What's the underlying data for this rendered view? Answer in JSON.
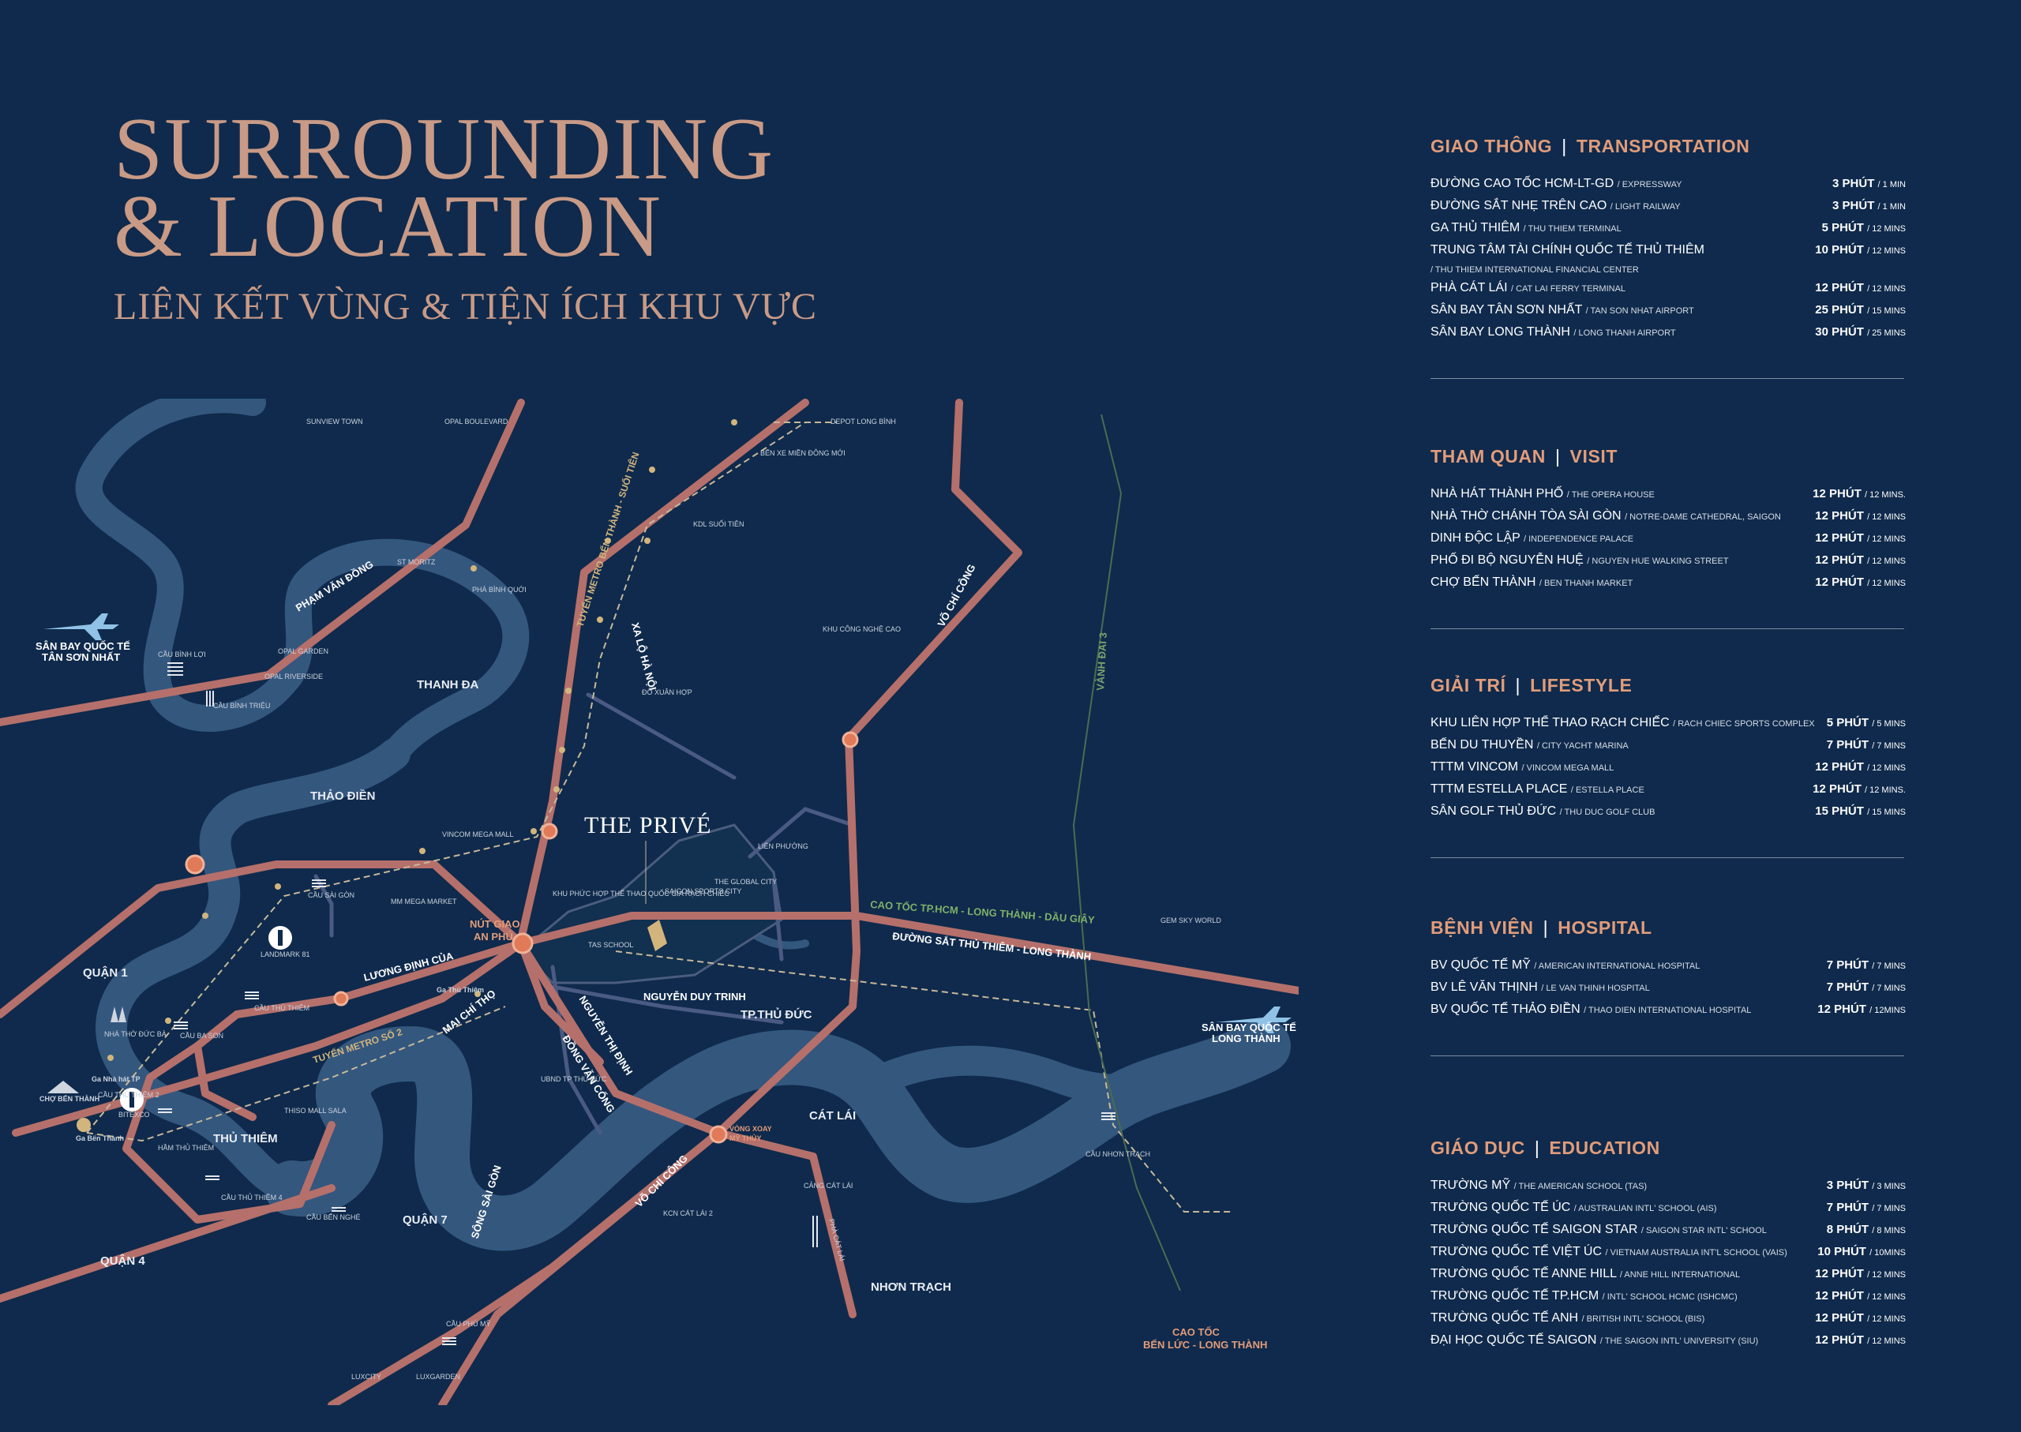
{
  "title": {
    "line1": "SURROUNDING",
    "line2": "& LOCATION",
    "line3": "LIÊN KẾT VÙNG & TIỆN ÍCH KHU VỰC"
  },
  "colors": {
    "background": "#0f2a4c",
    "accent": "#c99a86",
    "section_heading": "#e19c7a",
    "road": "#b5706b",
    "river": "#34577e",
    "metro_line": "#d2b57d"
  },
  "map": {
    "project_logo": "THE PRIVÉ",
    "districts": [
      "THANH ĐA",
      "THẢO ĐIỀN",
      "QUẬN 1",
      "THỦ THIÊM",
      "QUẬN 7",
      "QUẬN 4",
      "TP.THỦ ĐỨC",
      "CÁT LÁI",
      "NHƠN TRẠCH"
    ],
    "roads": [
      "PHẠM VĂN ĐỒNG",
      "XA LỘ HÀ NỘI",
      "VÕ CHÍ CÔNG",
      "LƯƠNG ĐỊNH CỦA",
      "MAI CHÍ THỌ",
      "NGUYỄN THỊ ĐỊNH",
      "ĐỒNG VĂN CỐNG",
      "NGUYỄN DUY TRINH",
      "VÀNH ĐAI 3",
      "VÕ CHÍ CÔNG",
      "CAO TỐC TP.HCM - LONG THÀNH - DẦU GIÂY",
      "ĐƯỜNG SẮT THỦ THIÊM - LONG THÀNH",
      "SÔNG SÀI GÒN",
      "CAO TỐC",
      "BẾN LỨC - LONG THÀNH"
    ],
    "metro_lines": [
      "TUYẾN METRO BẾN THÀNH - SUỐI TIÊN",
      "TUYẾN METRO SỐ 2"
    ],
    "junctions": [
      "NÚT GIAO",
      "AN PHÚ",
      "VÒNG XOAY",
      "MỸ THỦY"
    ],
    "airports": [
      "SÂN BAY QUỐC TẾ",
      "TÂN SƠN NHẤT",
      "SÂN BAY QUỐC TẾ",
      "LONG THÀNH"
    ],
    "stations": [
      "Ga Bến Thành",
      "Ga Thủ Thiêm",
      "CHỢ BẾN THÀNH",
      "Ga Nhà hát TP"
    ],
    "landmarks": [
      "SUNVIEW TOWN",
      "OPAL BOULEVARD",
      "DEPOT LONG BÌNH",
      "BẾN XE MIỀN ĐÔNG MỚI",
      "KDL SUỐI TIÊN",
      "ST MORITZ",
      "PHÀ BÌNH QUỚI",
      "OPAL GARDEN",
      "OPAL RIVERSIDE",
      "KHU CÔNG NGHỆ CAO",
      "ĐỖ XUÂN HỢP",
      "LIÊN PHƯỜNG",
      "SAIGON SPORTS CITY",
      "THE GLOBAL CITY",
      "VINCOM MEGA MALL",
      "MM MEGA MARKET",
      "KHU PHỨC HỢP THỂ THAO QUỐC GIA RẠCH CHIẾC",
      "TAS SCHOOL",
      "GEM SKY WORLD",
      "LANDMARK 81",
      "BITEXCO",
      "THISO MALL SALA",
      "UBND TP THỦ ĐỨC",
      "KCN CÁT LÁI 2",
      "CẢNG CÁT LÁI",
      "LUXCITY",
      "LUXGARDEN",
      "NHÀ THỜ ĐỨC BÀ",
      "CẦU BÌNH LỢI",
      "CẦU BÌNH TRIỆU",
      "CẦU SÀI GÒN",
      "CẦU THỦ THIÊM",
      "CẦU BA SON",
      "CẦU THỦ THIÊM 2",
      "HẦM THỦ THIÊM",
      "CẦU THỦ THIÊM 4",
      "CẦU BẾN NGHÉ",
      "CẦU PHÚ MỸ",
      "CẦU NHƠN TRẠCH",
      "PHÀ CÁT LÁI"
    ]
  },
  "sections": [
    {
      "vi": "GIAO THÔNG",
      "en": "TRANSPORTATION",
      "items": [
        {
          "name": "ĐƯỜNG CAO TỐC HCM-LT-GD",
          "en": "/ EXPRESSWAY",
          "time": "3 PHÚT",
          "time_en": "/ 1 MIN"
        },
        {
          "name": "ĐƯỜNG SẮT NHẸ TRÊN CAO",
          "en": "/ LIGHT RAILWAY",
          "time": "3 PHÚT",
          "time_en": "/ 1 MIN"
        },
        {
          "name": "GA THỦ THIÊM",
          "en": "/ THU THIEM TERMINAL",
          "time": "5 PHÚT",
          "time_en": "/ 12 MINS"
        },
        {
          "name": "TRUNG TÂM TÀI CHÍNH QUỐC TẾ THỦ THIÊM",
          "en": "",
          "time": "10 PHÚT",
          "time_en": "/ 12 MINS"
        },
        {
          "name": "",
          "en": "/ THU THIEM INTERNATIONAL FINANCIAL CENTER",
          "time": "",
          "time_en": ""
        },
        {
          "name": "PHÀ CÁT LÁI",
          "en": "/ CAT LAI FERRY TERMINAL",
          "time": "12 PHÚT",
          "time_en": "/ 12 MINS"
        },
        {
          "name": "SÂN BAY TÂN SƠN NHẤT",
          "en": "/ TAN SON NHAT AIRPORT",
          "time": "25 PHÚT",
          "time_en": "/ 15 MINS"
        },
        {
          "name": "SÂN BAY LONG THÀNH",
          "en": "/ LONG THANH AIRPORT",
          "time": "30 PHÚT",
          "time_en": "/ 25 MINS"
        }
      ]
    },
    {
      "vi": "THAM QUAN",
      "en": "VISIT",
      "items": [
        {
          "name": "NHÀ HÁT THÀNH PHỐ",
          "en": "/ THE OPERA HOUSE",
          "time": "12 PHÚT",
          "time_en": "/ 12 MINS."
        },
        {
          "name": "NHÀ THỜ CHÁNH TÒA SÀI GÒN",
          "en": "/ NOTRE-DAME CATHEDRAL, SAIGON",
          "time": "12 PHÚT",
          "time_en": "/ 12 MINS"
        },
        {
          "name": "DINH ĐỘC LẬP",
          "en": "/ INDEPENDENCE PALACE",
          "time": "12 PHÚT",
          "time_en": "/ 12 MINS"
        },
        {
          "name": "PHỐ ĐI BỘ NGUYỄN HUỆ",
          "en": "/ NGUYEN HUE WALKING STREET",
          "time": "12 PHÚT",
          "time_en": "/ 12 MINS"
        },
        {
          "name": "CHỢ BẾN THÀNH",
          "en": "/ BEN THANH MARKET",
          "time": "12 PHÚT",
          "time_en": "/ 12 MINS"
        }
      ]
    },
    {
      "vi": "GIẢI TRÍ",
      "en": "LIFESTYLE",
      "items": [
        {
          "name": "KHU LIÊN HỢP THỂ THAO RẠCH CHIẾC",
          "en": "/ RACH CHIEC SPORTS COMPLEX",
          "time": "5 PHÚT",
          "time_en": "/ 5 MINS"
        },
        {
          "name": "BẾN DU THUYỀN",
          "en": "/ CITY YACHT MARINA",
          "time": "7 PHÚT",
          "time_en": "/ 7 MINS"
        },
        {
          "name": "TTTM VINCOM",
          "en": "/ VINCOM MEGA MALL",
          "time": "12 PHÚT",
          "time_en": "/ 12 MINS"
        },
        {
          "name": "TTTM ESTELLA PLACE",
          "en": "/ ESTELLA PLACE",
          "time": "12 PHÚT",
          "time_en": "/ 12 MINS."
        },
        {
          "name": "SÂN GOLF THỦ ĐỨC",
          "en": "/ THU DUC GOLF CLUB",
          "time": "15 PHÚT",
          "time_en": "/ 15 MINS"
        }
      ]
    },
    {
      "vi": "BỆNH VIỆN",
      "en": "HOSPITAL",
      "items": [
        {
          "name": "BV QUỐC TẾ MỸ",
          "en": "/ AMERICAN INTERNATIONAL HOSPITAL",
          "time": "7 PHÚT",
          "time_en": "/ 7 MINS"
        },
        {
          "name": "BV LÊ VĂN THỊNH",
          "en": "/ LE VAN THINH HOSPITAL",
          "time": "7 PHÚT",
          "time_en": "/ 7 MINS"
        },
        {
          "name": "BV QUỐC TẾ THẢO ĐIỀN",
          "en": "/ THAO DIEN INTERNATIONAL HOSPITAL",
          "time": "12 PHÚT",
          "time_en": "/ 12MINS"
        }
      ]
    },
    {
      "vi": "GIÁO DỤC",
      "en": "EDUCATION",
      "items": [
        {
          "name": "TRƯỜNG MỸ",
          "en": "/ THE AMERICAN SCHOOL (TAS)",
          "time": "3 PHÚT",
          "time_en": "/ 3 MINS"
        },
        {
          "name": "TRƯỜNG QUỐC TẾ ÚC",
          "en": "/ AUSTRALIAN INTL' SCHOOL (AIS)",
          "time": "7 PHÚT",
          "time_en": "/ 7 MINS"
        },
        {
          "name": "TRƯỜNG QUỐC TẾ SAIGON STAR",
          "en": "/ SAIGON STAR INTL' SCHOOL",
          "time": "8 PHÚT",
          "time_en": "/ 8 MINS"
        },
        {
          "name": "TRƯỜNG QUỐC TẾ VIỆT ÚC",
          "en": "/ VIETNAM AUSTRALIA INT'L SCHOOL (VAIS)",
          "time": "10 PHÚT",
          "time_en": "/ 10MINS"
        },
        {
          "name": "TRƯỜNG QUỐC TẾ ANNE HILL",
          "en": "/ ANNE HILL INTERNATIONAL",
          "time": "12 PHÚT",
          "time_en": "/ 12 MINS"
        },
        {
          "name": "TRƯỜNG QUỐC TẾ TP.HCM",
          "en": "/ INTL' SCHOOL HCMC (ISHCMC)",
          "time": "12 PHÚT",
          "time_en": "/ 12 MINS"
        },
        {
          "name": "TRƯỜNG QUỐC TẾ ANH",
          "en": "/ BRITISH INTL' SCHOOL (BIS)",
          "time": "12 PHÚT",
          "time_en": "/ 12 MINS"
        },
        {
          "name": "ĐẠI HỌC QUỐC TẾ SAIGON",
          "en": "/ THE SAIGON INTL' UNIVERSITY (SIU)",
          "time": "12 PHÚT",
          "time_en": "/ 12 MINS"
        }
      ]
    }
  ]
}
